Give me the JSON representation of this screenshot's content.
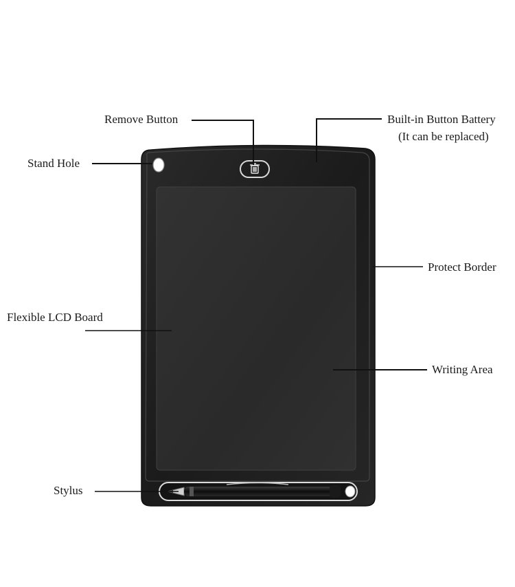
{
  "diagram": {
    "labels": {
      "remove_button": "Remove Button",
      "battery_line1": "Built-in Button Battery",
      "battery_line2": "(It can be replaced)",
      "stand_hole": "Stand Hole",
      "protect_border": "Protect Border",
      "flexible_lcd": "Flexible LCD Board",
      "writing_area": "Writing Area",
      "stylus": "Stylus"
    },
    "colors": {
      "tablet_body": "#202020",
      "tablet_rim": "#3a3a3a",
      "screen": "#2e2e2e",
      "leader_line": "#111111",
      "label_text": "#1a1a1a"
    },
    "icons": {
      "remove": "trash-icon"
    }
  }
}
